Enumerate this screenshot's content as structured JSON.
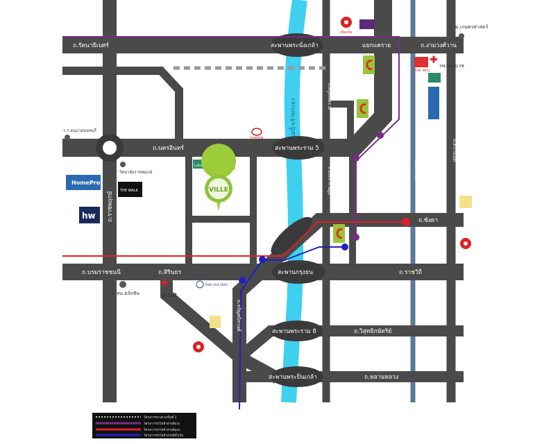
{
  "roads": {
    "rattanathibet": "ถ.รัตนาธิเบศร์",
    "phra_nang_klao_bridge_top": "สะพานพระนั่งเกล้า",
    "khae_rai": "แยกแคราย",
    "ngamwongwan": "ถ.งามวงศ์วาน",
    "nakhon_in": "ถ.นครอินทร์",
    "rama5_bridge": "สะพานพระราม 5",
    "ratchaphruek": "ถ.ราชพฤกษ์",
    "river": "แม่น้ำเจ้าพระยา",
    "phibun": "ถ.พิบูลสงคราม",
    "pracharat": "ถ.ประชาราษฎร์",
    "prachachuen": "ถ.ประชาชื่น",
    "tiwanon": "ถ.ติวานนท์",
    "singda": "ถ.ซังดา",
    "borommaratchachonnani": "ถ.บรมราชชนนี",
    "sirindhorn": "ถ.สิรินธร",
    "krungthon_bridge": "สะพานกรุงธน",
    "ratchawithi": "ถ.ราชวิถี",
    "charan": "ถ.จรัญสนิทวงศ์",
    "rama8_bridge": "สะพานพระราม 8",
    "wisut": "ถ.วิสุทธิกษัตริย์",
    "pinklao_bridge": "สะพานพระปิ่นเกล้า",
    "lan_luang": "ถ.หลานหลวง"
  },
  "landmarks": {
    "kaset": "ม.เกษตรศาสตร์",
    "hospital_top": "รพ.นนทเวช",
    "school": "ร.ร.อนุบาลนนทบุรี",
    "college": "วิทยาลัยราชพฤกษ์",
    "police": "สน.ตลิ่งชัน",
    "hospital_bottom": "รพ.ยันฮี",
    "toyota": "TOYOTA",
    "the_mall": "THE MALL",
    "homepro": "HomePro",
    "hw": "hw",
    "the_walk": "THE WALK",
    "tang_hua_seng": "TANG HUA SENG",
    "lotus": "Lotus",
    "central": "เซ็นทรัล",
    "project": "VILLE"
  },
  "legend": [
    {
      "label": "โครงการทางด่วนขั้นที่ 3",
      "color": "#ffffff",
      "style": "dotted"
    },
    {
      "label": "โครงการรถไฟฟ้าสายสีม่วง",
      "color": "#7a2a8a",
      "style": "solid"
    },
    {
      "label": "โครงการรถไฟฟ้าสายสีแดง",
      "color": "#e0202a",
      "style": "solid"
    },
    {
      "label": "โครงการรถไฟฟ้าสายสีน้ำเงิน",
      "color": "#2020c0",
      "style": "solid"
    }
  ],
  "colors": {
    "road": "#4a4a4a",
    "river": "#3fd0f0",
    "purple": "#7a2a8a",
    "red": "#e0202a",
    "blue": "#2020c0",
    "canal": "#5a7a9a"
  }
}
